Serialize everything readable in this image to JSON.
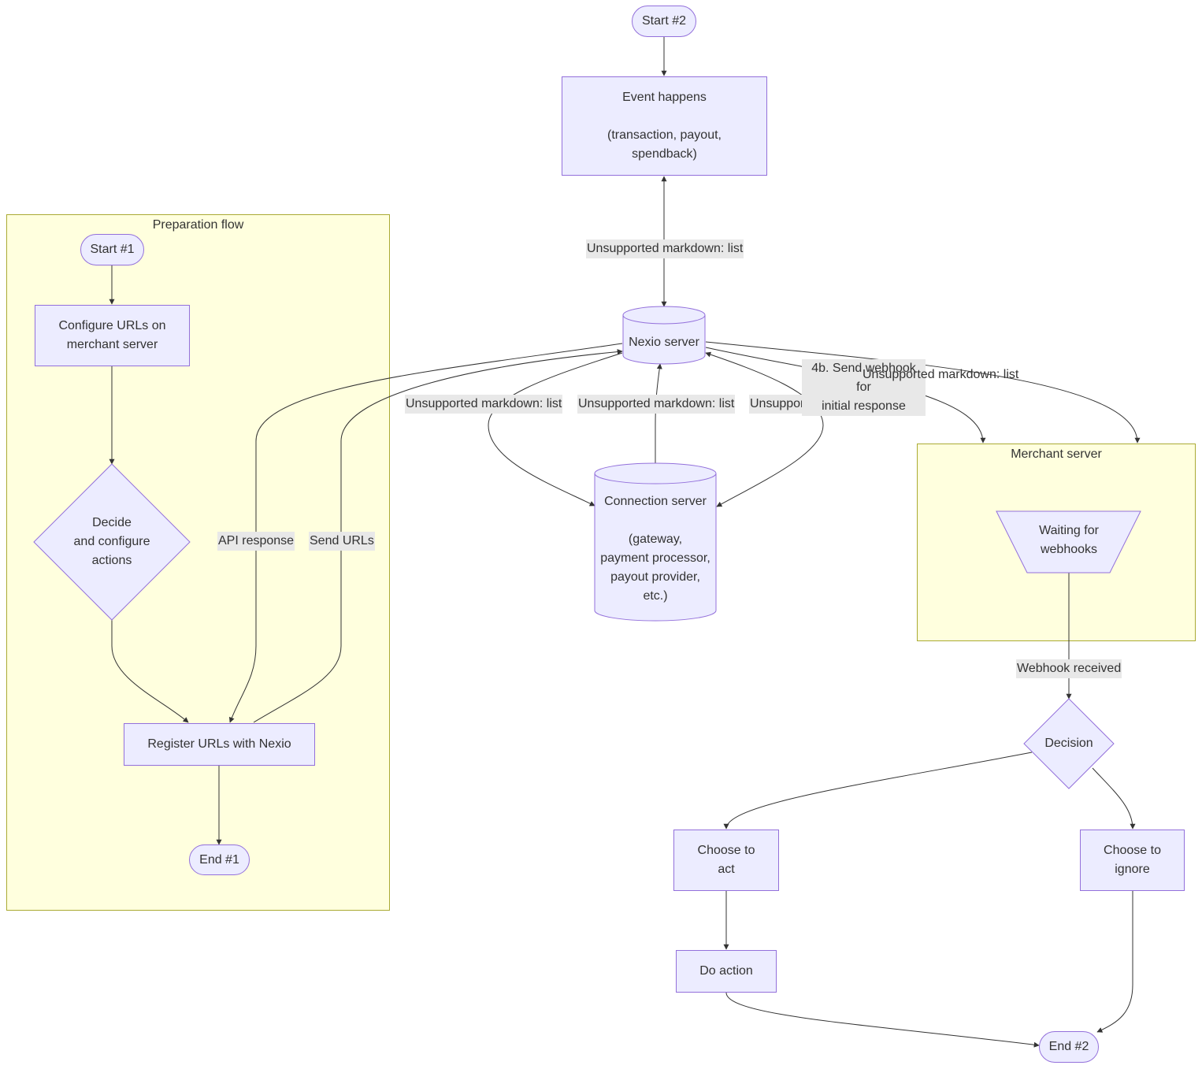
{
  "clusters": {
    "preparation": "Preparation flow",
    "merchant": "Merchant server"
  },
  "nodes": {
    "start1": "Start #1",
    "configure_urls": "Configure URLs on\nmerchant server",
    "decide_actions": "Decide\nand configure\nactions",
    "register_urls": "Register URLs with Nexio",
    "end1": "End #1",
    "start2": "Start #2",
    "event_happens": "Event happens\n\n(transaction, payout,\nspendback)",
    "nexio_server": "Nexio server",
    "connection_server": "Connection server\n\n(gateway,\npayment processor,\npayout provider,\netc.)",
    "waiting_webhooks": "Waiting for\nwebhooks",
    "decision": "Decision",
    "choose_act": "Choose to\nact",
    "choose_ignore": "Choose to\nignore",
    "do_action": "Do action",
    "end2": "End #2"
  },
  "edge_labels": {
    "event_nexio": "Unsupported markdown: list",
    "nexio_connection_left": "Unsupported markdown: list",
    "connection_nexio_mid": "Unsupported markdown: list",
    "connection_nexio_right": "Unsupported markdown: list",
    "send_webhook": "4b. Send webhook for\ninitial response",
    "nexio_merchant": "Unsupported markdown: list",
    "api_response": "API response",
    "send_urls": "Send URLs",
    "webhook_received": "Webhook received"
  },
  "colors": {
    "node_fill": "#ececff",
    "node_stroke": "#9370db",
    "cluster_fill": "#ffffde",
    "cluster_stroke": "#aaaa33",
    "edge": "#333333",
    "label_bg": "#e8e8e8"
  }
}
